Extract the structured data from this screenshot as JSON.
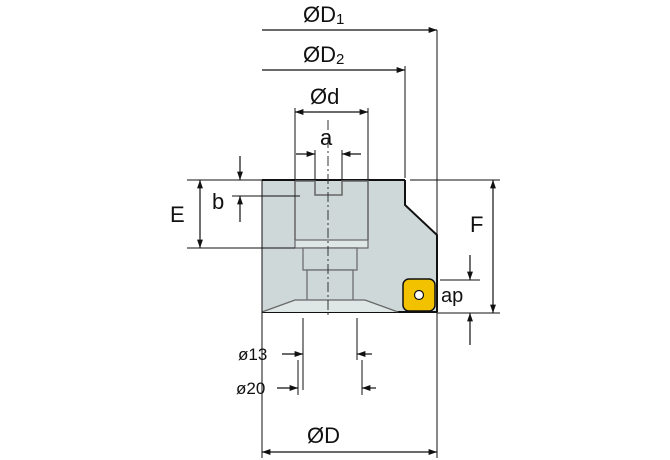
{
  "labels": {
    "D1": {
      "main": "ØD",
      "sub": "1"
    },
    "D2": {
      "main": "ØD",
      "sub": "2"
    },
    "d": "Ød",
    "a": "a",
    "b": "b",
    "E": "E",
    "F": "F",
    "ap": "ap",
    "bore13": "ø13",
    "bore20": "ø20",
    "D": "ØD"
  },
  "colors": {
    "body_fill": "#cfd8d8",
    "insert_fill": "#f2c200",
    "line": "#111111"
  }
}
